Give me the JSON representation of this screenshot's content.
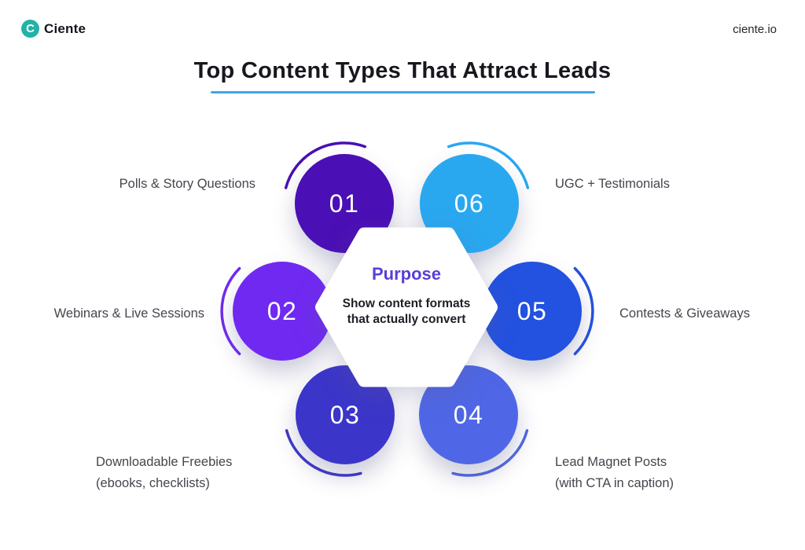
{
  "header": {
    "logo_text": "Ciente",
    "logo_glyph": "C",
    "site": "ciente.io"
  },
  "title": "Top Content Types That Attract Leads",
  "center": {
    "heading": "Purpose",
    "lines": [
      "Show content formats",
      "that actually convert"
    ]
  },
  "colors": {
    "underline": "#41a4e6",
    "logo_teal": "#23b2a8",
    "purpose_text": "#5b3ed6",
    "number_text": "#ffffff"
  },
  "chart_data": {
    "type": "table",
    "title": "Top Content Types That Attract Leads",
    "purpose": "Show content formats that actually convert",
    "items": [
      {
        "number": "01",
        "label": "Polls & Story Questions"
      },
      {
        "number": "02",
        "label": "Webinars & Live Sessions"
      },
      {
        "number": "03",
        "label": "Downloadable Freebies (ebooks, checklists)"
      },
      {
        "number": "04",
        "label": "Lead Magnet Posts (with CTA in caption)"
      },
      {
        "number": "05",
        "label": "Contests & Giveaways"
      },
      {
        "number": "06",
        "label": "UGC + Testimonials"
      }
    ]
  },
  "diagram": {
    "nodes": [
      {
        "number": "01",
        "color": "#4a0fb5",
        "label_lines": [
          "Polls & Story Questions"
        ]
      },
      {
        "number": "02",
        "color": "#7029f1",
        "label_lines": [
          "Webinars & Live Sessions"
        ]
      },
      {
        "number": "03",
        "color": "#3b35c9",
        "label_lines": [
          "Downloadable Freebies",
          "(ebooks, checklists)"
        ]
      },
      {
        "number": "04",
        "color": "#4f67e6",
        "label_lines": [
          "Lead Magnet Posts",
          "(with CTA in caption)"
        ]
      },
      {
        "number": "05",
        "color": "#2351e0",
        "label_lines": [
          "Contests & Giveaways"
        ]
      },
      {
        "number": "06",
        "color": "#29a8f0",
        "label_lines": [
          "UGC + Testimonials"
        ]
      }
    ]
  }
}
